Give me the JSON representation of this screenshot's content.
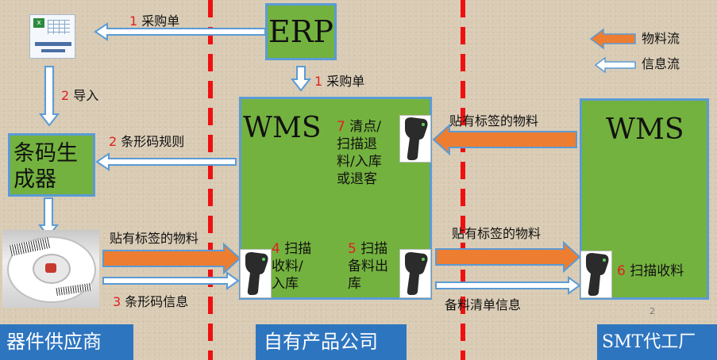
{
  "erp": {
    "label": "ERP"
  },
  "wms_left": {
    "label": "WMS"
  },
  "wms_right": {
    "label": "WMS"
  },
  "barcode_gen": {
    "label": "条码生成器"
  },
  "legend": {
    "material_flow": "物料流",
    "info_flow": "信息流"
  },
  "arrows": {
    "po_to_file": {
      "num": "1",
      "text": "采购单"
    },
    "po_to_wms": {
      "num": "1",
      "text": "采购单"
    },
    "import": {
      "num": "2",
      "text": "导入"
    },
    "barcode_rule": {
      "num": "2",
      "text": "条形码规则"
    },
    "labeled_in_top_right": {
      "text": "贴有标签的物料"
    },
    "labeled_in_left": {
      "text": "贴有标签的物料"
    },
    "barcode_info": {
      "num": "3",
      "text": "条形码信息"
    },
    "labeled_out_right": {
      "text": "贴有标签的物料"
    },
    "prep_list_info": {
      "text": "备料清单信息"
    }
  },
  "steps": {
    "s7": {
      "num": "7",
      "line1": "清点/",
      "line2": "扫描退",
      "line3": "料/入库",
      "line4": "或退客"
    },
    "s4": {
      "num": "4",
      "line1": "扫描",
      "line2": "收料/",
      "line3": "入库"
    },
    "s5": {
      "num": "5",
      "line1": "扫描",
      "line2": "备料出",
      "line3": "库"
    },
    "s6": {
      "num": "6",
      "text": "扫描收料"
    }
  },
  "page_number": "2",
  "footers": {
    "supplier": "器件供应商",
    "company": "自有产品公司",
    "smt": "SMT代工厂"
  },
  "colors": {
    "box_green": "#74b23f",
    "box_border": "#5b9bd5",
    "material_arrow": "#ed7d31",
    "dash_red": "#ee1111",
    "footer_blue": "#2e75c0"
  }
}
